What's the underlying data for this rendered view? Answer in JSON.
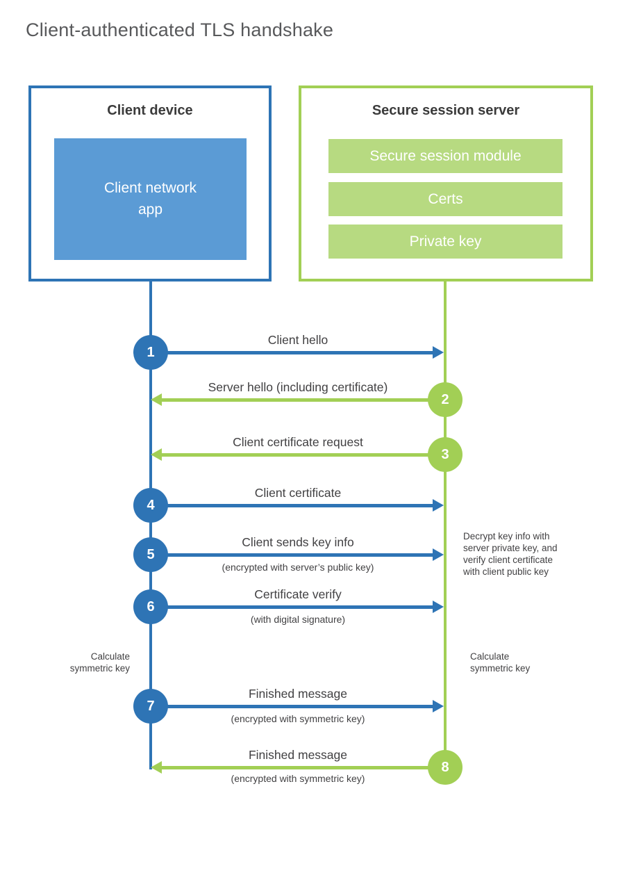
{
  "title": "Client-authenticated TLS handshake",
  "colors": {
    "blue_stroke": "#2e74b5",
    "blue_fill": "#5b9bd5",
    "green_stroke": "#a2cf55",
    "green_fill": "#b7da81",
    "title_gray": "#58595b",
    "text_dark": "#414042"
  },
  "client": {
    "title": "Client device",
    "app_label": "Client network\napp"
  },
  "server": {
    "title": "Secure session server",
    "modules": [
      "Secure session module",
      "Certs",
      "Private key"
    ]
  },
  "steps": [
    {
      "number": "1",
      "actor": "client",
      "direction": "right",
      "label": "Client hello",
      "sublabel": ""
    },
    {
      "number": "2",
      "actor": "server",
      "direction": "left",
      "label": "Server hello (including certificate)",
      "sublabel": ""
    },
    {
      "number": "3",
      "actor": "server",
      "direction": "left",
      "label": "Client certificate request",
      "sublabel": ""
    },
    {
      "number": "4",
      "actor": "client",
      "direction": "right",
      "label": "Client certificate",
      "sublabel": ""
    },
    {
      "number": "5",
      "actor": "client",
      "direction": "right",
      "label": "Client sends key info",
      "sublabel": "(encrypted with server’s public key)"
    },
    {
      "number": "6",
      "actor": "client",
      "direction": "right",
      "label": "Certificate verify",
      "sublabel": "(with digital signature)"
    },
    {
      "number": "7",
      "actor": "client",
      "direction": "right",
      "label": "Finished message",
      "sublabel": "(encrypted with symmetric key)"
    },
    {
      "number": "8",
      "actor": "server",
      "direction": "left",
      "label": "Finished message",
      "sublabel": "(encrypted with symmetric key)"
    }
  ],
  "annotations": {
    "decrypt_note": "Decrypt key info with\nserver private key, and\nverify client certificate\nwith client public key",
    "calculate_left": "Calculate\nsymmetric key",
    "calculate_right": "Calculate\nsymmetric key"
  }
}
